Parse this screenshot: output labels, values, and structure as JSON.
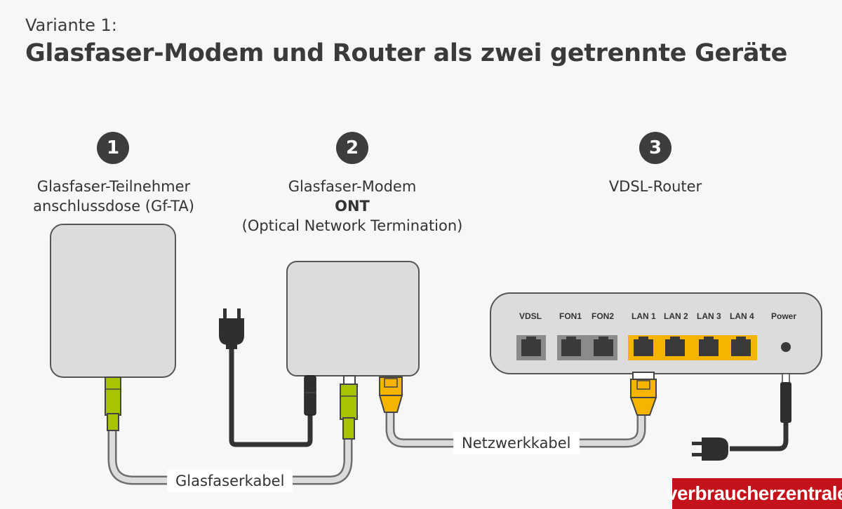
{
  "header": {
    "subtitle": "Variante 1:",
    "title": "Glasfaser-Modem und Router als zwei getrennte Geräte"
  },
  "devices": [
    {
      "number": "1",
      "line1": "Glasfaser-Teilnehmer",
      "line2": "anschlussdose (Gf-TA)"
    },
    {
      "number": "2",
      "line1": "Glasfaser-Modem",
      "line2": "ONT",
      "line3": "(Optical Network Termination)"
    },
    {
      "number": "3",
      "line1": "VDSL-Router"
    }
  ],
  "router_ports": {
    "vdsl": "VDSL",
    "fon1": "FON1",
    "fon2": "FON2",
    "lan1": "LAN 1",
    "lan2": "LAN 2",
    "lan3": "LAN 3",
    "lan4": "LAN 4",
    "power": "Power"
  },
  "cables": {
    "fiber": "Glasfaserkabel",
    "network": "Netzwerkkabel"
  },
  "brand": "verbraucherzentrale",
  "colors": {
    "fiber_connector": "#a8c400",
    "network_cable": "#f4b400",
    "device": "#dcdcdc",
    "brand": "#c3121a"
  }
}
